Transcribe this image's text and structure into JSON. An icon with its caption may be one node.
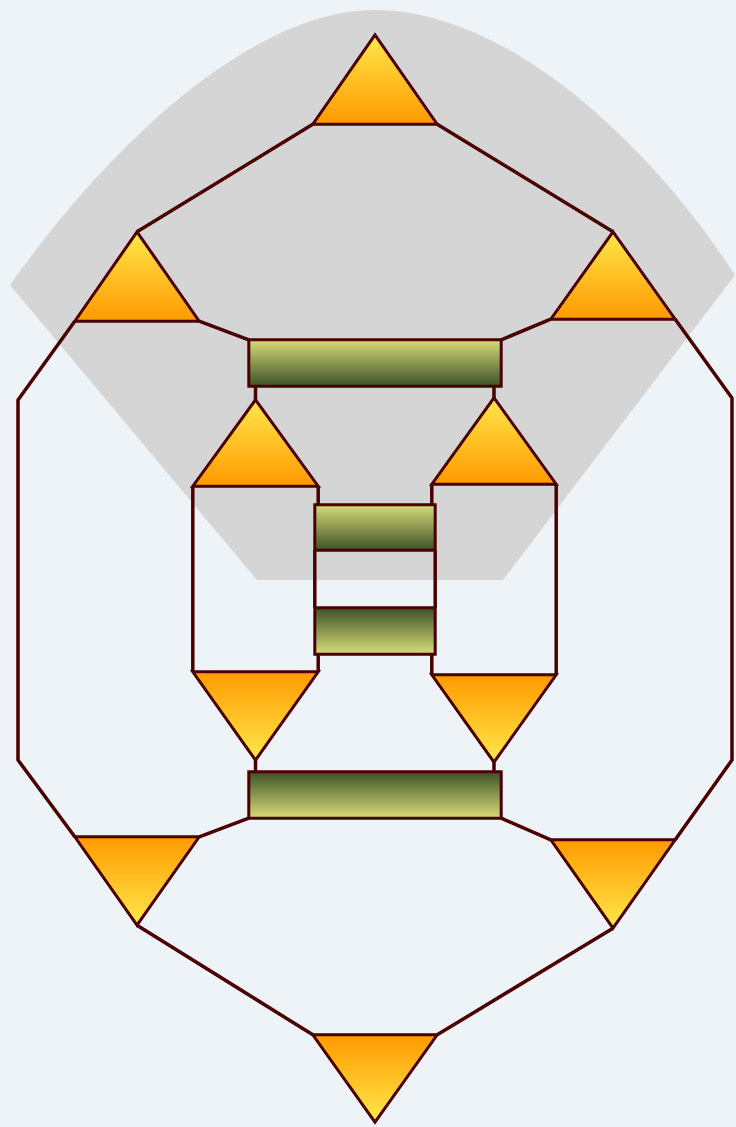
{
  "diagram": {
    "nodes": [
      {
        "text": [],
        "shape": "triangle"
      },
      {
        "text": [],
        "shape": "triangle"
      },
      {
        "text": [],
        "shape": "triangle"
      },
      {
        "text": [],
        "shape": "bar"
      },
      {
        "text": [],
        "shape": "triangle"
      },
      {
        "text": [],
        "shape": "triangle"
      },
      {
        "text": [],
        "shape": "bar"
      },
      {
        "text": [],
        "shape": "bar"
      },
      {
        "text": [],
        "shape": "triangle"
      },
      {
        "text": [],
        "shape": "triangle"
      },
      {
        "text": [],
        "shape": "bar"
      },
      {
        "text": [],
        "shape": "triangle"
      },
      {
        "text": [],
        "shape": "triangle"
      },
      {
        "text": [],
        "shape": "triangle"
      }
    ],
    "edges": [
      {
        "from": 0,
        "to": 1,
        "arrow": "none"
      },
      {
        "from": 0,
        "to": 2,
        "arrow": "none"
      },
      {
        "from": 1,
        "to": 3,
        "arrow": "none"
      },
      {
        "from": 2,
        "to": 3,
        "arrow": "none"
      },
      {
        "from": 1,
        "to": 11,
        "arrow": "none"
      },
      {
        "from": 2,
        "to": 12,
        "arrow": "none"
      },
      {
        "from": 3,
        "to": 4,
        "arrow": "none"
      },
      {
        "from": 3,
        "to": 5,
        "arrow": "none"
      },
      {
        "from": 4,
        "to": 8,
        "arrow": "none"
      },
      {
        "from": 4,
        "to": 6,
        "arrow": "none"
      },
      {
        "from": 6,
        "to": 7,
        "arrow": "none"
      },
      {
        "from": 7,
        "to": 8,
        "arrow": "none"
      },
      {
        "from": 5,
        "to": 6,
        "arrow": "none"
      },
      {
        "from": 6,
        "to": 7,
        "arrow": "none"
      },
      {
        "from": 7,
        "to": 9,
        "arrow": "none"
      },
      {
        "from": 5,
        "to": 9,
        "arrow": "none"
      },
      {
        "from": 8,
        "to": 10,
        "arrow": "none"
      },
      {
        "from": 9,
        "to": 10,
        "arrow": "none"
      },
      {
        "from": 10,
        "to": 11,
        "arrow": "none"
      },
      {
        "from": 10,
        "to": 12,
        "arrow": "none"
      },
      {
        "from": 11,
        "to": 13,
        "arrow": "none"
      },
      {
        "from": 12,
        "to": 13,
        "arrow": "none"
      }
    ]
  }
}
